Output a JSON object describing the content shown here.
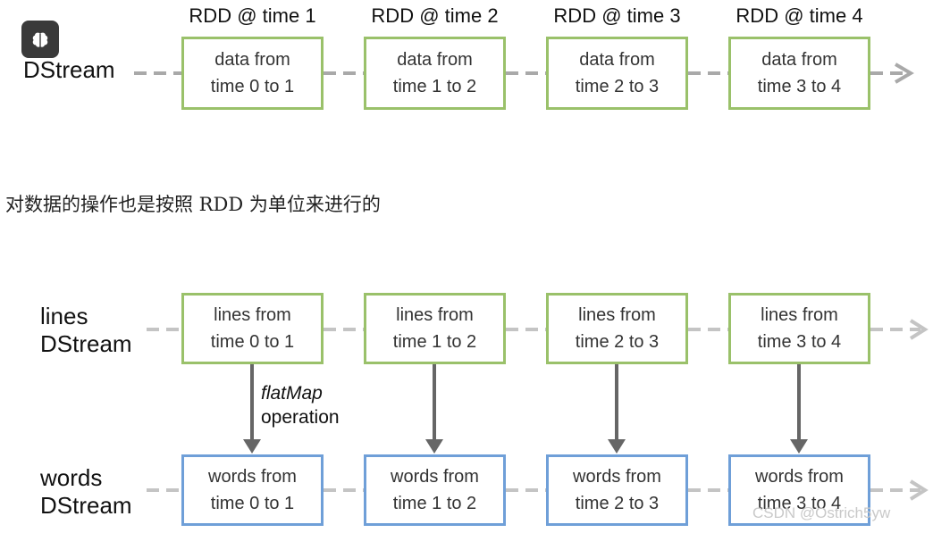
{
  "top": {
    "stream_label": "DStream",
    "rdd_labels": [
      "RDD @ time 1",
      "RDD @ time 2",
      "RDD @ time 3",
      "RDD @ time 4"
    ],
    "boxes": [
      {
        "line1": "data from",
        "line2": "time 0 to 1"
      },
      {
        "line1": "data from",
        "line2": "time 1 to 2"
      },
      {
        "line1": "data from",
        "line2": "time 2 to 3"
      },
      {
        "line1": "data from",
        "line2": "time 3 to 4"
      }
    ]
  },
  "caption": "对数据的操作也是按照 RDD 为单位来进行的",
  "bottom": {
    "lines_label_1": "lines",
    "lines_label_2": "DStream",
    "words_label_1": "words",
    "words_label_2": "DStream",
    "operation_name": "flatMap",
    "operation_word": "operation",
    "lines_boxes": [
      {
        "line1": "lines from",
        "line2": "time 0 to 1"
      },
      {
        "line1": "lines from",
        "line2": "time 1 to 2"
      },
      {
        "line1": "lines from",
        "line2": "time 2 to 3"
      },
      {
        "line1": "lines from",
        "line2": "time 3 to 4"
      }
    ],
    "words_boxes": [
      {
        "line1": "words from",
        "line2": "time 0 to 1"
      },
      {
        "line1": "words from",
        "line2": "time 1 to 2"
      },
      {
        "line1": "words from",
        "line2": "time 2 to 3"
      },
      {
        "line1": "words from",
        "line2": "time 3 to 4"
      }
    ]
  },
  "watermark": "CSDN @Ostrich5yw",
  "icons": {
    "badge": "brain-icon"
  },
  "colors": {
    "green_border": "#9ac16a",
    "blue_border": "#6f9fd8",
    "dash": "#a9a9a9",
    "arrow": "#666666"
  }
}
